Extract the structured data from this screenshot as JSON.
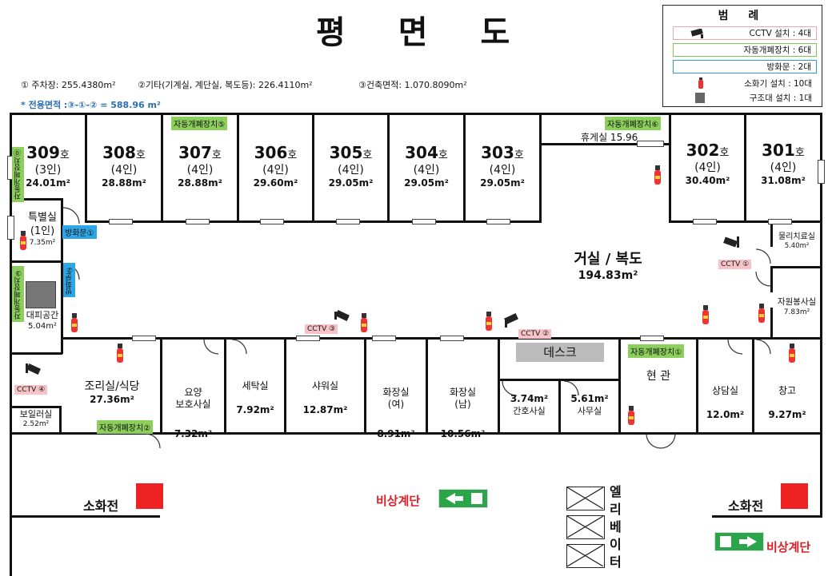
{
  "title": "평 면 도",
  "summary": {
    "parking": "① 주차장: 255.4380m²",
    "other": "②기타(기계실, 계단실, 복도등): 226.4110m²",
    "building": "③건축면적: 1.070.8090m²",
    "exclusive": "* 전용면적 :③-①-② = 588.96 m²"
  },
  "legend": {
    "title": "범 례",
    "cctv": "CCTV 설치 : 4대",
    "auto_closer": "자동개폐장치 : 6대",
    "fire_door": "방화문 : 2대",
    "extinguisher": "소화기 설치 : 10대",
    "rescue": "구조대 설치 : 1대"
  },
  "rooms": {
    "r309": {
      "num": "309",
      "suffix": "호",
      "occ": "(3인)",
      "area": "24.01m²"
    },
    "r308": {
      "num": "308",
      "suffix": "호",
      "occ": "(4인)",
      "area": "28.88m²"
    },
    "r307": {
      "num": "307",
      "suffix": "호",
      "occ": "(4인)",
      "area": "28.88m²"
    },
    "r306": {
      "num": "306",
      "suffix": "호",
      "occ": "(4인)",
      "area": "29.60m²"
    },
    "r305": {
      "num": "305",
      "suffix": "호",
      "occ": "(4인)",
      "area": "29.05m²"
    },
    "r304": {
      "num": "304",
      "suffix": "호",
      "occ": "(4인)",
      "area": "29.05m²"
    },
    "r303": {
      "num": "303",
      "suffix": "호",
      "occ": "(4인)",
      "area": "29.05m²"
    },
    "r302": {
      "num": "302",
      "suffix": "호",
      "occ": "(4인)",
      "area": "30.40m²"
    },
    "r301": {
      "num": "301",
      "suffix": "호",
      "occ": "(4인)",
      "area": "31.08m²"
    },
    "lounge": "휴게실 15.96",
    "special": {
      "name": "특별실",
      "occ": "(1인)",
      "area": "7.35m²"
    },
    "refuge": {
      "name": "대피공간",
      "area": "5.04m²"
    },
    "kitchen": {
      "name": "조리실/식당",
      "area": "27.36m²"
    },
    "boiler": {
      "name": "보일러실",
      "area": "2.52m²"
    },
    "care": {
      "name": "요양\n보호사실",
      "area": "7.32m²"
    },
    "laundry": {
      "name": "세탁실",
      "area": "7.92m²"
    },
    "shower": {
      "name": "샤워실",
      "area": "12.87m²"
    },
    "wc_f": {
      "name": "화장실\n(여)",
      "area": "8.91m²"
    },
    "wc_m": {
      "name": "화장실\n(남)",
      "area": "10.56m²"
    },
    "nurse": {
      "name": "간호사실",
      "area": "3.74m²"
    },
    "office": {
      "name": "사무실",
      "area": "5.61m²"
    },
    "entrance": {
      "name": "현 관"
    },
    "counsel": {
      "name": "상담실",
      "area": "12.0m²"
    },
    "storage": {
      "name": "창고",
      "area": "9.27m²"
    },
    "physio": {
      "name": "물리치료실",
      "area": "5.40m²"
    },
    "volunteer": {
      "name": "자원봉사실",
      "area": "7.83m²"
    },
    "living": {
      "name": "거실 / 복도",
      "area": "194.83m²"
    }
  },
  "tags": {
    "auto1": "자동개폐장치①",
    "auto2": "자동개폐장치②",
    "auto3": "자동개폐장치③",
    "auto5": "자동개폐장치⑤",
    "auto6": "자동개폐장치⑥",
    "auto0": "자동개폐장치⓪",
    "firedoor1": "방화문①",
    "firedoor2": "방화문②",
    "cctv1": "CCTV ①",
    "cctv2": "CCTV ②",
    "cctv3": "CCTV ③",
    "cctv4": "CCTV ④"
  },
  "desk": "데스크",
  "hydrant_left": "소화전",
  "hydrant_right": "소화전",
  "emergency_left": "비상계단",
  "emergency_right": "비상계단",
  "elevator": [
    "엘",
    "리",
    "베",
    "이",
    "터"
  ],
  "colors": {
    "green": "#8ccf5c",
    "blue": "#2ea6e6",
    "pink": "#f6c4c8",
    "red": "#d81f26"
  }
}
